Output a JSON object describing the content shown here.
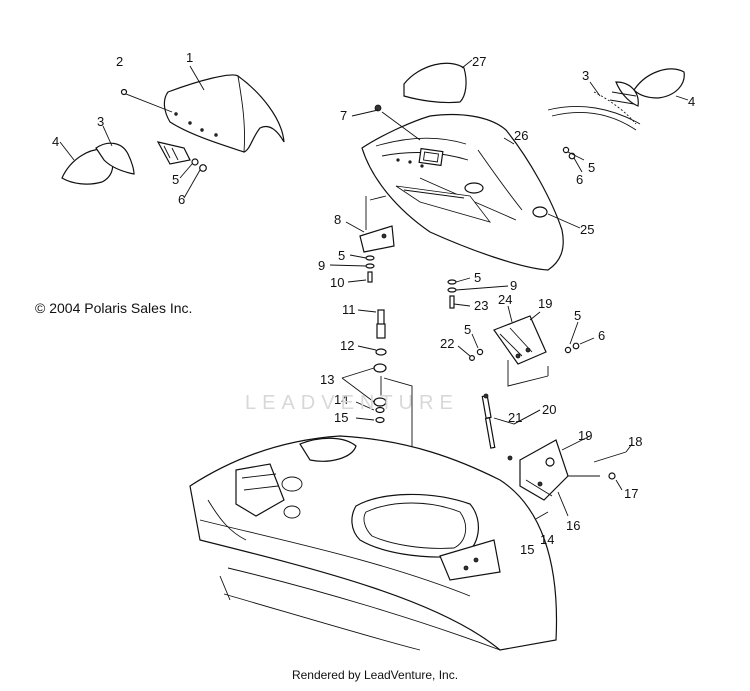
{
  "copyright": "© 2004 Polaris Sales Inc.",
  "footer": "Rendered by LeadVenture, Inc.",
  "watermark": "LEADVENTURE",
  "callouts": {
    "c1": "1",
    "c2": "2",
    "c3a": "3",
    "c4a": "4",
    "c5a": "5",
    "c6a": "6",
    "c27": "27",
    "c7": "7",
    "c26": "26",
    "c3b": "3",
    "c4b": "4",
    "c5b": "5",
    "c6b": "6",
    "c8": "8",
    "c25": "25",
    "c5c": "5",
    "c9a": "9",
    "c10": "10",
    "c5d": "5",
    "c9b": "9",
    "c23": "23",
    "c24": "24",
    "c19a": "19",
    "c11": "11",
    "c5e": "5",
    "c5f": "5",
    "c6c": "6",
    "c22": "22",
    "c12": "12",
    "c13": "13",
    "c14a": "14",
    "c15a": "15",
    "c21": "21",
    "c20": "20",
    "c19b": "19",
    "c18": "18",
    "c17": "17",
    "c16": "16",
    "c15b": "15",
    "c14b": "14"
  }
}
